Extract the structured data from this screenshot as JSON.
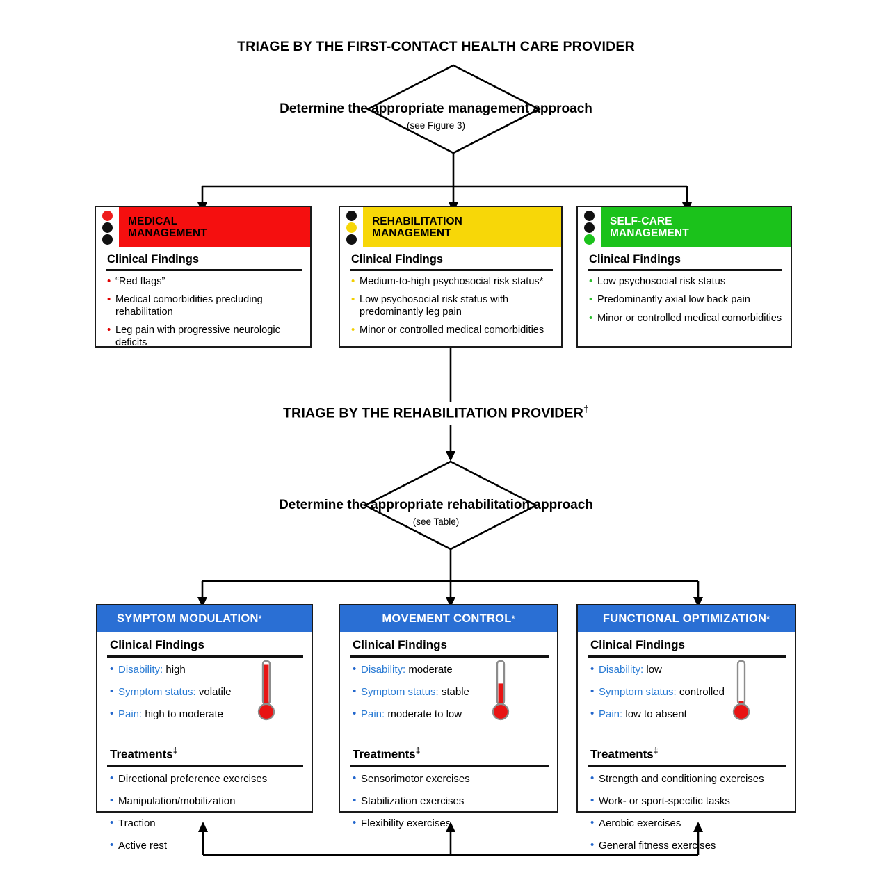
{
  "headings": {
    "triage_first_contact": "TRIAGE BY THE FIRST-CONTACT HEALTH CARE PROVIDER",
    "triage_rehab": "TRIAGE BY THE REHABILITATION PROVIDER",
    "triage_rehab_marker": "†"
  },
  "decisions": [
    {
      "label": "Determine the appropriate management approach",
      "sublabel": "(see Figure 3)"
    },
    {
      "label": "Determine the appropriate rehabilitation approach",
      "sublabel": "(see Table)"
    }
  ],
  "management_cards": [
    {
      "title_line1": "MEDICAL",
      "title_line2": "MANAGEMENT",
      "active_light": "red",
      "header_color": "#f50f0f",
      "findings_heading": "Clinical Findings",
      "findings": [
        "“Red flags”",
        "Medical comorbidities precluding rehabilitation",
        "Leg pain with progressive neurologic deficits"
      ]
    },
    {
      "title_line1": "REHABILITATION",
      "title_line2": "MANAGEMENT",
      "active_light": "yellow",
      "header_color": "#f7d708",
      "findings_heading": "Clinical Findings",
      "findings": [
        "Medium-to-high psychosocial risk status*",
        "Low psychosocial risk status with predominantly leg pain",
        "Minor or controlled medical comorbidities"
      ]
    },
    {
      "title_line1": "SELF-CARE",
      "title_line2": "MANAGEMENT",
      "active_light": "green",
      "header_color": "#1bc21b",
      "findings_heading": "Clinical Findings",
      "findings": [
        "Low psychosocial risk status",
        "Predominantly axial low back pain",
        "Minor or controlled medical comorbidities"
      ]
    }
  ],
  "rehab_cards": [
    {
      "title": "SYMPTOM MODULATION",
      "title_marker": "*",
      "header_color": "#2a6fd4",
      "findings_heading": "Clinical Findings",
      "findings": [
        {
          "key": "Disability:",
          "value": "high"
        },
        {
          "key": "Symptom status:",
          "value": "volatile"
        },
        {
          "key": "Pain:",
          "value": "high to moderate"
        }
      ],
      "thermometer_level": 95,
      "treatments_heading": "Treatments",
      "treatments_marker": "‡",
      "treatments": [
        "Directional preference exercises",
        "Manipulation/mobilization",
        "Traction",
        "Active rest"
      ]
    },
    {
      "title": "MOVEMENT CONTROL",
      "title_marker": "*",
      "header_color": "#2a6fd4",
      "findings_heading": "Clinical Findings",
      "findings": [
        {
          "key": "Disability:",
          "value": "moderate"
        },
        {
          "key": "Symptom status:",
          "value": "stable"
        },
        {
          "key": "Pain:",
          "value": "moderate to low"
        }
      ],
      "thermometer_level": 50,
      "treatments_heading": "Treatments",
      "treatments_marker": "‡",
      "treatments": [
        "Sensorimotor exercises",
        "Stabilization exercises",
        "Flexibility exercises"
      ]
    },
    {
      "title": "FUNCTIONAL OPTIMIZATION",
      "title_marker": "*",
      "header_color": "#2a6fd4",
      "findings_heading": "Clinical Findings",
      "findings": [
        {
          "key": "Disability:",
          "value": "low"
        },
        {
          "key": "Symptom status:",
          "value": "controlled"
        },
        {
          "key": "Pain:",
          "value": "low to absent"
        }
      ],
      "thermometer_level": 10,
      "treatments_heading": "Treatments",
      "treatments_marker": "‡",
      "treatments": [
        "Strength and conditioning exercises",
        "Work- or sport-specific tasks",
        "Aerobic exercises",
        "General fitness exercises"
      ]
    }
  ],
  "colors": {
    "red": "#f50f0f",
    "yellow": "#f7d708",
    "green": "#1bc21b",
    "blue": "#2a6fd4",
    "blue_text": "#2a7bd4",
    "line": "#000000"
  }
}
